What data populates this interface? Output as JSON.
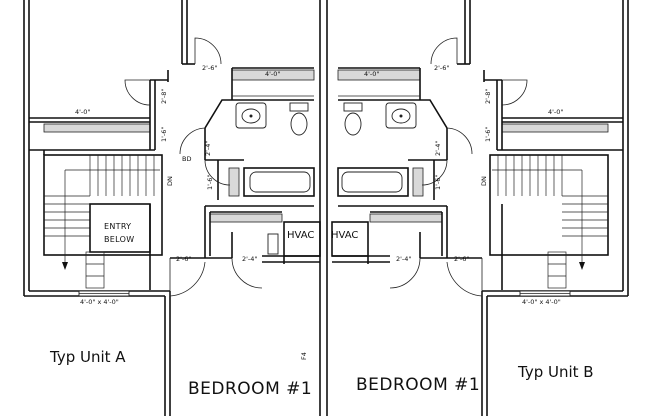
{
  "labels": {
    "unit_a": "Typ Unit A",
    "unit_b": "Typ Unit B",
    "bedroom_left": "BEDROOM #1",
    "bedroom_right": "BEDROOM #1",
    "entry_line1": "ENTRY",
    "entry_line2": "BELOW",
    "hvac_left": "HVAC",
    "hvac_right": "HVAC",
    "dn_left": "DN",
    "dn_right": "DN",
    "bd": "BD",
    "f4": "F4"
  },
  "dimensions": {
    "closet_top_left": "4'-0\"",
    "closet_top_right": "4'-0\"",
    "closet_side_left": "4'-0\"",
    "closet_side_right": "4'-0\"",
    "door_2_6_top_left": "2'-6\"",
    "door_2_6_top_right": "2'-6\"",
    "door_2_8_left": "2'-8\"",
    "door_2_8_right": "2'-8\"",
    "door_1_6_left_upper": "1'-6\"",
    "door_1_6_right_upper": "1'-6\"",
    "door_2_4_left_upper": "2'-4\"",
    "door_2_4_right_upper": "2'-4\"",
    "door_1_6_left_lower": "1'-6\"",
    "door_1_6_right_lower": "1'-6\"",
    "door_2_6_bottom_left": "2'-6\"",
    "door_2_4_bottom_left": "2'-4\"",
    "door_2_4_bottom_right": "2'-4\"",
    "door_2_6_bottom_right": "2'-6\"",
    "window_left": "4'-0\" x 4'-0\"",
    "window_right": "4'-0\" x 4'-0\""
  }
}
